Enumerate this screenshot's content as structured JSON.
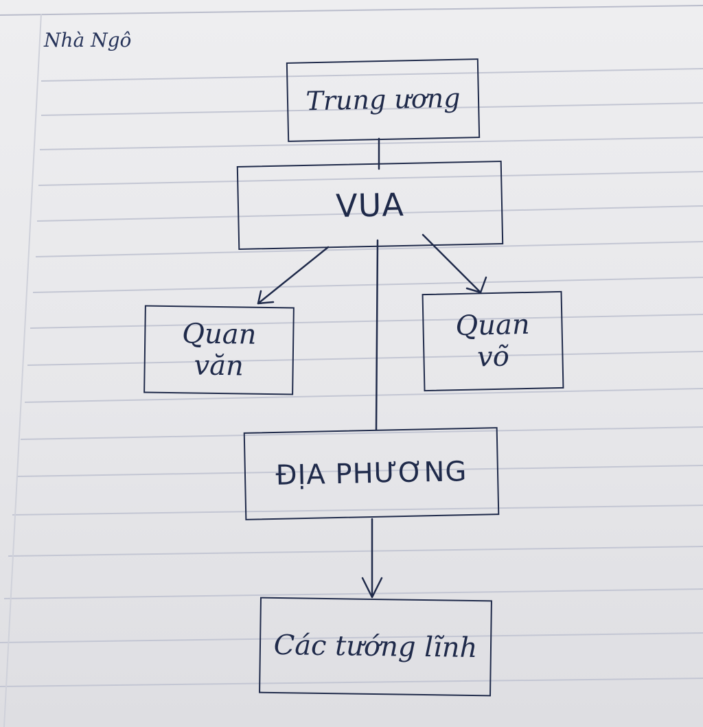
{
  "title": "Nhà Ngô",
  "nodes": {
    "trung_uong": "Trung ương",
    "vua": "VUA",
    "quan_van": "Quan văn",
    "quan_vo": "Quan võ",
    "dia_phuong": "ĐỊA PHƯƠNG",
    "cac_tuong_linh": "Các tướng lĩnh"
  },
  "colors": {
    "ink": "#1f2a4a",
    "paper": "#e9e9ec",
    "rule": "#b9bccb"
  }
}
